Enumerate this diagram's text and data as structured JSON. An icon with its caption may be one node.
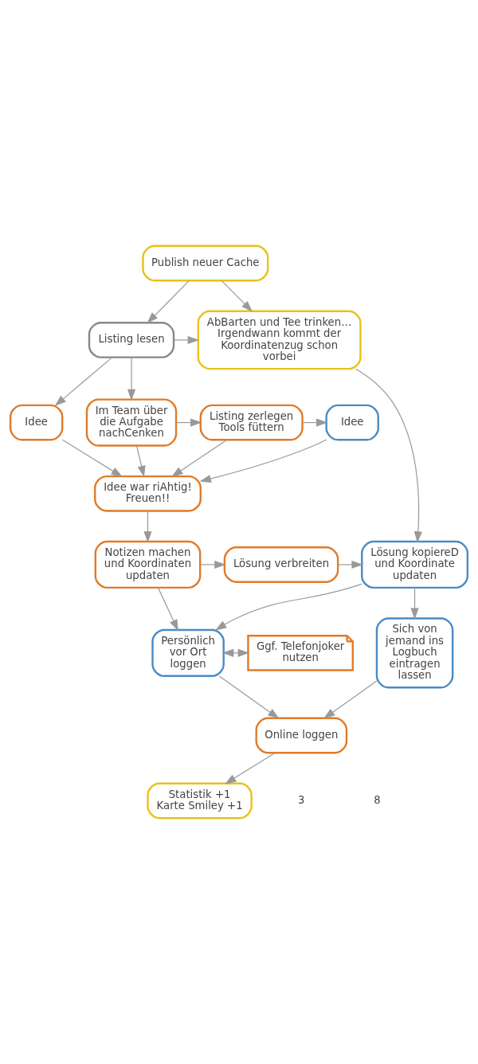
{
  "diagram": {
    "nodes": [
      {
        "text": [
          "Publish neuer Cache"
        ]
      },
      {
        "text": [
          "Listing lesen"
        ]
      },
      {
        "text": [
          "AbBarten und Tee trinken… Irgendwann kommt der Koordinatenzug schon vorbei"
        ]
      },
      {
        "text": [
          "Idee"
        ]
      },
      {
        "text": [
          "Im Team über die Aufgabe nachCenken"
        ]
      },
      {
        "text": [
          "Listing zerlegen Tools füttern"
        ]
      },
      {
        "text": [
          "Idee"
        ]
      },
      {
        "text": [
          "Idee war riAhtig! Freuen!!"
        ]
      },
      {
        "text": [
          "Notizen machen und Koordinaten updaten"
        ]
      },
      {
        "text": [
          "Lösung verbreiten"
        ]
      },
      {
        "text": [
          "Lösung kopiereD und Koordinate updaten"
        ]
      },
      {
        "text": [
          "Persönlich vor Ort loggen"
        ]
      },
      {
        "text": [
          "Ggf. Telefonjoker nutzen"
        ]
      },
      {
        "text": [
          "Sich von jemand ins Logbuch eintragen lassen"
        ]
      },
      {
        "text": [
          "Online loggen"
        ]
      },
      {
        "text": [
          "Statistik +1 Karte Smiley +1"
        ]
      }
    ],
    "edges": [
      {
        "from": 0,
        "to": 1,
        "arrow": "to"
      },
      {
        "from": 0,
        "to": 2,
        "arrow": "to"
      },
      {
        "from": 1,
        "to": 2,
        "arrow": "to"
      },
      {
        "from": 1,
        "to": 4,
        "arrow": "to"
      },
      {
        "from": 1,
        "to": 3,
        "arrow": "to"
      },
      {
        "from": 4,
        "to": 5,
        "arrow": "to"
      },
      {
        "from": 5,
        "to": 6,
        "arrow": "to"
      },
      {
        "from": 3,
        "to": 7,
        "arrow": "to"
      },
      {
        "from": 4,
        "to": 7,
        "arrow": "to"
      },
      {
        "from": 5,
        "to": 7,
        "arrow": "to"
      },
      {
        "from": 6,
        "to": 7,
        "arrow": "to"
      },
      {
        "from": 7,
        "to": 8,
        "arrow": "to"
      },
      {
        "from": 2,
        "to": 10,
        "arrow": "to"
      },
      {
        "from": 8,
        "to": 9,
        "arrow": "to"
      },
      {
        "from": 9,
        "to": 10,
        "arrow": "to"
      },
      {
        "from": 10,
        "to": 11,
        "arrow": "to"
      },
      {
        "from": 8,
        "to": 11,
        "arrow": "to"
      },
      {
        "from": 10,
        "to": 13,
        "arrow": "to"
      },
      {
        "from": 11,
        "to": 12,
        "arrow": "both"
      },
      {
        "from": 11,
        "to": 14,
        "arrow": "to"
      },
      {
        "from": 13,
        "to": 14,
        "arrow": "to"
      },
      {
        "from": 14,
        "to": 15,
        "arrow": "to"
      }
    ],
    "labels": [
      "3",
      "8"
    ]
  }
}
